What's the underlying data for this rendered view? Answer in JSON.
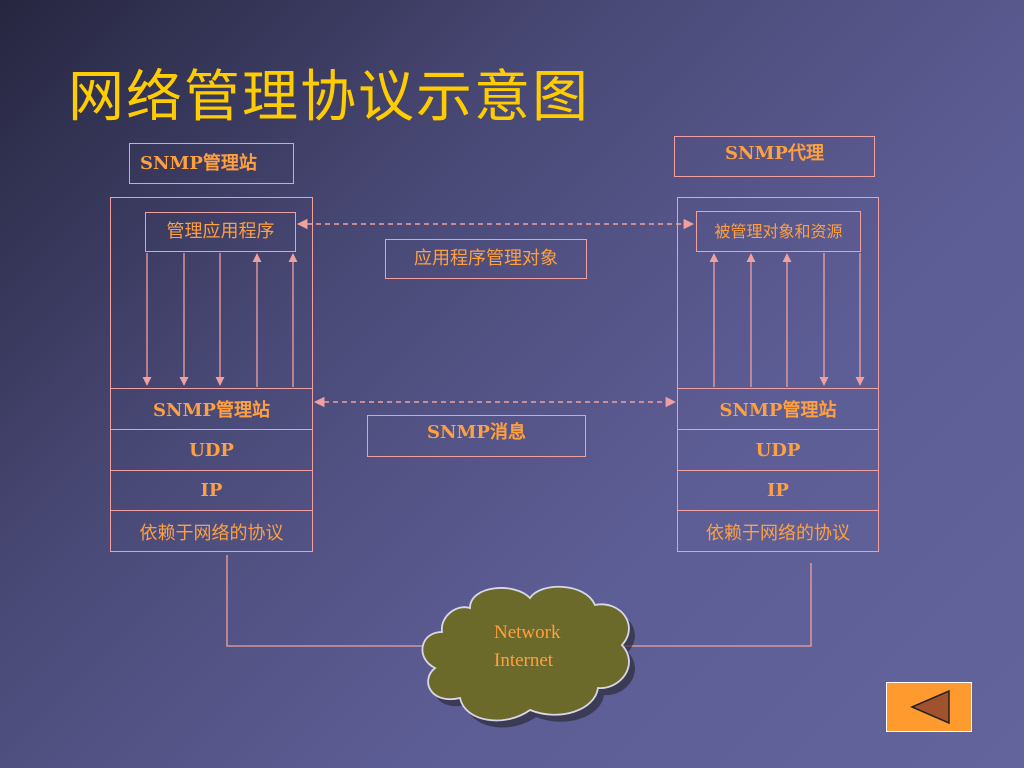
{
  "title": "网络管理协议示意图",
  "manager": {
    "header": "SNMP管理站",
    "app": "管理应用程序",
    "layers": [
      "SNMP管理站",
      "UDP",
      "IP",
      "依赖于网络的协议"
    ]
  },
  "agent": {
    "header": "SNMP代理",
    "app": "被管理对象和资源",
    "layers": [
      "SNMP管理站",
      "UDP",
      "IP",
      "依赖于网络的协议"
    ]
  },
  "middle": {
    "app_objects": "应用程序管理对象",
    "snmp_message": "SNMP消息"
  },
  "network": {
    "line1": "Network",
    "line2": "Internet"
  },
  "nav": {
    "icon": "triangle-left-icon"
  },
  "colors": {
    "title": "#ffcc00",
    "text": "#ffa040",
    "border": "#f0a0a0",
    "cloud": "#6b6a2a",
    "button": "#ff9a2e"
  }
}
